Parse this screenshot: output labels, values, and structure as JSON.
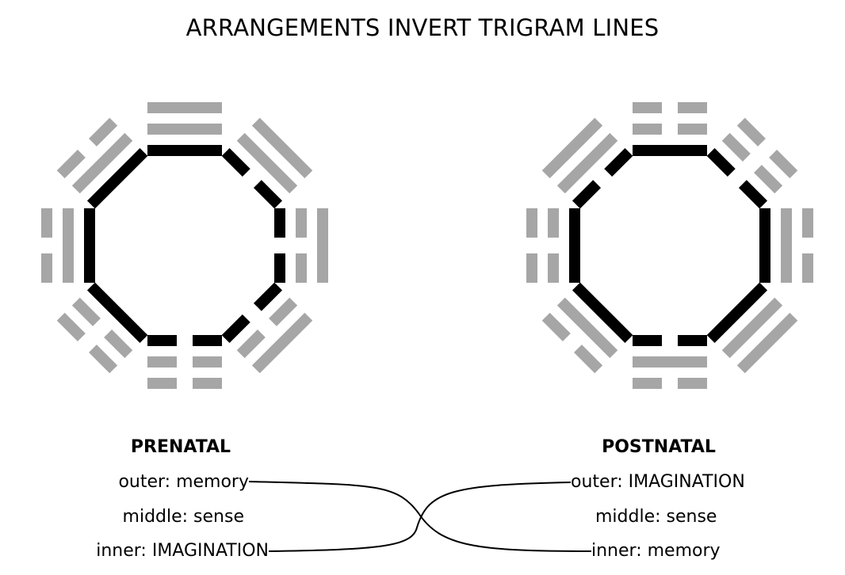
{
  "title": "ARRANGEMENTS INVERT TRIGRAM LINES",
  "colors": {
    "changed": "#000000",
    "unchanged": "#a6a6a6",
    "connector": "#000000"
  },
  "prenatal": {
    "heading": "PRENATAL",
    "labels": {
      "outer": "outer: memory",
      "middle": "middle: sense",
      "inner": "inner: IMAGINATION"
    },
    "trigrams": [
      {
        "name": "top",
        "lines": [
          {
            "broken": false,
            "dark": false
          },
          {
            "broken": false,
            "dark": false
          },
          {
            "broken": false,
            "dark": true
          }
        ]
      },
      {
        "name": "top-right",
        "lines": [
          {
            "broken": false,
            "dark": false
          },
          {
            "broken": false,
            "dark": false
          },
          {
            "broken": true,
            "dark": true
          }
        ]
      },
      {
        "name": "right",
        "lines": [
          {
            "broken": false,
            "dark": false
          },
          {
            "broken": true,
            "dark": false
          },
          {
            "broken": true,
            "dark": true
          }
        ]
      },
      {
        "name": "bottom-right",
        "lines": [
          {
            "broken": false,
            "dark": false
          },
          {
            "broken": true,
            "dark": false
          },
          {
            "broken": true,
            "dark": true
          }
        ]
      },
      {
        "name": "bottom",
        "lines": [
          {
            "broken": true,
            "dark": false
          },
          {
            "broken": true,
            "dark": false
          },
          {
            "broken": true,
            "dark": true
          }
        ]
      },
      {
        "name": "bottom-left",
        "lines": [
          {
            "broken": true,
            "dark": false
          },
          {
            "broken": true,
            "dark": false
          },
          {
            "broken": false,
            "dark": true
          }
        ]
      },
      {
        "name": "left",
        "lines": [
          {
            "broken": true,
            "dark": false
          },
          {
            "broken": false,
            "dark": false
          },
          {
            "broken": false,
            "dark": true
          }
        ]
      },
      {
        "name": "top-left",
        "lines": [
          {
            "broken": true,
            "dark": false
          },
          {
            "broken": false,
            "dark": false
          },
          {
            "broken": false,
            "dark": true
          }
        ]
      }
    ]
  },
  "postnatal": {
    "heading": "POSTNATAL",
    "labels": {
      "outer": "outer: IMAGINATION",
      "middle": "middle: sense",
      "inner": "inner: memory"
    },
    "trigrams": [
      {
        "name": "top",
        "lines": [
          {
            "broken": true,
            "dark": false
          },
          {
            "broken": true,
            "dark": false
          },
          {
            "broken": false,
            "dark": true
          }
        ]
      },
      {
        "name": "top-right",
        "lines": [
          {
            "broken": true,
            "dark": false
          },
          {
            "broken": true,
            "dark": false
          },
          {
            "broken": true,
            "dark": true
          }
        ]
      },
      {
        "name": "right",
        "lines": [
          {
            "broken": true,
            "dark": false
          },
          {
            "broken": false,
            "dark": false
          },
          {
            "broken": false,
            "dark": true
          }
        ]
      },
      {
        "name": "bottom-right",
        "lines": [
          {
            "broken": false,
            "dark": false
          },
          {
            "broken": false,
            "dark": false
          },
          {
            "broken": false,
            "dark": true
          }
        ]
      },
      {
        "name": "bottom",
        "lines": [
          {
            "broken": true,
            "dark": false
          },
          {
            "broken": false,
            "dark": false
          },
          {
            "broken": true,
            "dark": true
          }
        ]
      },
      {
        "name": "bottom-left",
        "lines": [
          {
            "broken": true,
            "dark": false
          },
          {
            "broken": false,
            "dark": false
          },
          {
            "broken": false,
            "dark": true
          }
        ]
      },
      {
        "name": "left",
        "lines": [
          {
            "broken": true,
            "dark": false
          },
          {
            "broken": true,
            "dark": false
          },
          {
            "broken": false,
            "dark": true
          }
        ]
      },
      {
        "name": "top-left",
        "lines": [
          {
            "broken": false,
            "dark": false
          },
          {
            "broken": false,
            "dark": false
          },
          {
            "broken": true,
            "dark": true
          }
        ]
      }
    ]
  }
}
